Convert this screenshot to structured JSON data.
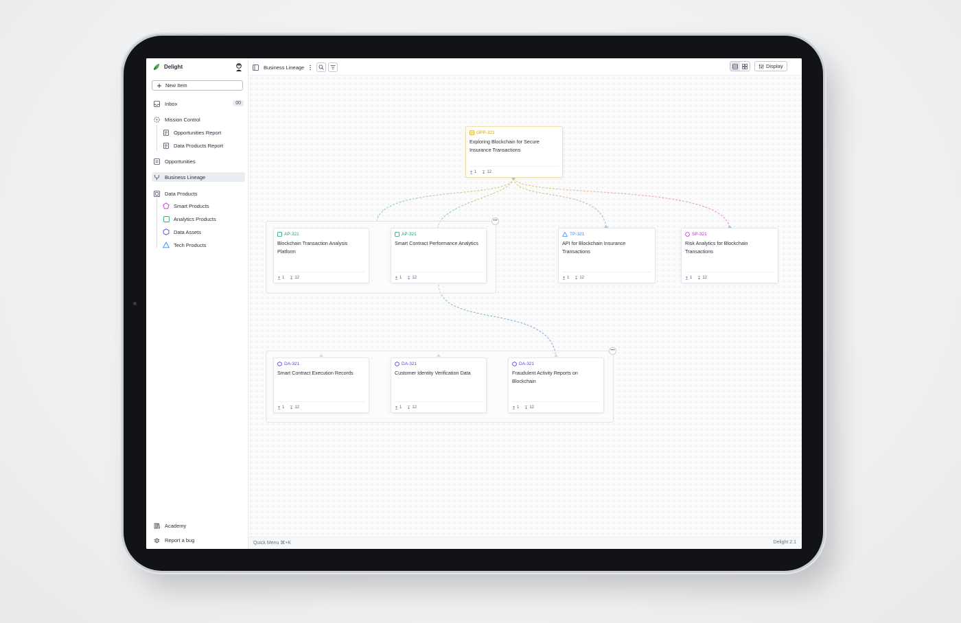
{
  "app": {
    "brand": "Delight",
    "version": "Delight 2.1"
  },
  "sidebar": {
    "new_item": "New Item",
    "inbox": {
      "label": "Inbox",
      "count": "00"
    },
    "items": [
      {
        "label": "Mission Control"
      },
      {
        "label": "Opportunities Report"
      },
      {
        "label": "Data Products Report"
      },
      {
        "label": "Opportunities"
      },
      {
        "label": "Business Lineage"
      },
      {
        "label": "Data Products"
      },
      {
        "label": "Smart Products"
      },
      {
        "label": "Analytics Products"
      },
      {
        "label": "Data Assets"
      },
      {
        "label": "Tech Products"
      }
    ],
    "footer": [
      {
        "label": "Academy"
      },
      {
        "label": "Report a bug"
      }
    ]
  },
  "topbar": {
    "page_title": "Business Lineage",
    "display_label": "Display"
  },
  "bottombar": {
    "quick_menu": "Quick Menu ⌘+K"
  },
  "colors": {
    "opportunity": "#d4a017",
    "analytics": "#1f9d6b",
    "tech": "#3b82f6",
    "smart": "#c026d3",
    "asset": "#4f46e5"
  },
  "cards": [
    {
      "code": "OPP-321",
      "title": "Exploring Blockchain for Secure Insurance Transactions",
      "up": "1",
      "down": "12",
      "icon": "opportunity-icon",
      "color": "#d4a017"
    },
    {
      "code": "AP-321",
      "title": "Blockchain Transaction Analysis Platform",
      "up": "1",
      "down": "12",
      "icon": "analytics-product-icon",
      "color": "#1f9d6b"
    },
    {
      "code": "AP-321",
      "title": "Smart Contract Performance Analytics",
      "up": "1",
      "down": "12",
      "icon": "analytics-product-icon",
      "color": "#1f9d6b"
    },
    {
      "code": "TP-321",
      "title": "API for Blockchain Insurance Transactions",
      "up": "1",
      "down": "12",
      "icon": "tech-product-icon",
      "color": "#3b82f6"
    },
    {
      "code": "SP-321",
      "title": "Risk Analytics for Blockchain Transactions",
      "up": "1",
      "down": "12",
      "icon": "smart-product-icon",
      "color": "#c026d3"
    },
    {
      "code": "DA-321",
      "title": "Smart Contract Execution Records",
      "up": "1",
      "down": "12",
      "icon": "data-asset-icon",
      "color": "#4f46e5"
    },
    {
      "code": "DA-321",
      "title": "Customer Identity Verification Data",
      "up": "1",
      "down": "12",
      "icon": "data-asset-icon",
      "color": "#4f46e5"
    },
    {
      "code": "DA-321",
      "title": "Fraudulent Activity Reports on Blockchain",
      "up": "1",
      "down": "12",
      "icon": "data-asset-icon",
      "color": "#4f46e5"
    }
  ]
}
